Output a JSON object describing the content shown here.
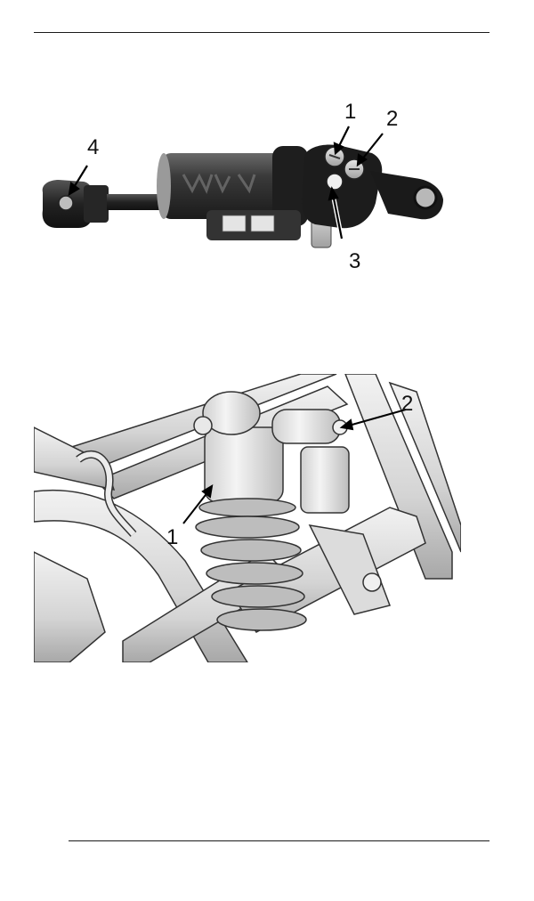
{
  "figure_shock": {
    "callouts": {
      "c1": "1",
      "c2": "2",
      "c3": "3",
      "c4": "4"
    }
  },
  "figure_frame": {
    "callouts": {
      "c1": "1",
      "c2": "2"
    }
  },
  "colors": {
    "rule": "#1a1a1a",
    "shock_body": "#2b2b2b",
    "frame_tube": "#dcdcdc",
    "outline": "#333333"
  }
}
